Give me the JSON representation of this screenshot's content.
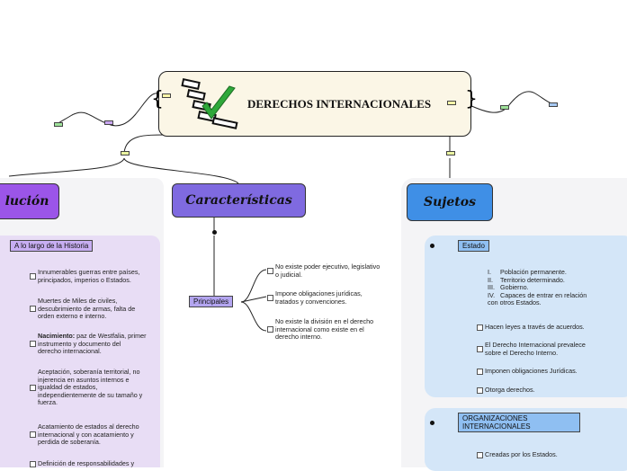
{
  "title": "DERECHOS INTERNACIONALES",
  "branches": {
    "evolucion": "lución",
    "caracteristicas": "Características",
    "sujetos": "Sujetos"
  },
  "historia": {
    "label": "A lo largo de la Historia",
    "items": [
      {
        "lines": [
          "Innumerables guerras entre países,",
          "principados, imperios o Estados."
        ]
      },
      {
        "lines": [
          "Muertes de Miles de civiles,",
          "descubrimiento de armas, falta de",
          "orden externo e interno."
        ]
      },
      {
        "bold": "Nacimiento:",
        "lines": [
          " paz de Westfalia, primer",
          "instrumento y documento del",
          "derecho internacional."
        ]
      },
      {
        "lines": [
          "Aceptación, soberanía territorial, no",
          "injerencia en asuntos internos e",
          "igualdad de estados,",
          "independientemente de su tamaño y",
          "fuerza."
        ]
      },
      {
        "lines": [
          "Acatamiento de estados al derecho",
          "internacional y con acatamiento y",
          "perdida de soberanía."
        ]
      },
      {
        "lines": [
          "Definición de responsabilidades y"
        ]
      }
    ]
  },
  "principales": {
    "label": "Principales",
    "items": [
      {
        "lines": [
          "No existe poder ejecutivo, legislativo",
          "o judicial."
        ]
      },
      {
        "lines": [
          "Impone obligaciones jurídicas,",
          "tratados y convenciones."
        ]
      },
      {
        "lines": [
          "No existe la división en el derecho",
          "internacional como existe en el",
          "derecho interno."
        ]
      }
    ]
  },
  "estado": {
    "label": "Estado",
    "list": [
      {
        "num": "I.",
        "text": "Población permanente."
      },
      {
        "num": "II.",
        "text": "Territorio determinado."
      },
      {
        "num": "III.",
        "text": "Gobierno."
      },
      {
        "num": "IV.",
        "text": "Capaces de entrar en relación"
      }
    ],
    "list_tail": "con otros Estados.",
    "items": [
      {
        "lines": [
          "Hacen leyes a través de acuerdos."
        ]
      },
      {
        "lines": [
          "El Derecho Internacional prevalece",
          "sobre el Derecho Interno."
        ]
      },
      {
        "lines": [
          "Imponen obligaciones Jurídicas."
        ]
      },
      {
        "lines": [
          "Otorga derechos."
        ]
      }
    ]
  },
  "organizaciones": {
    "label_lines": [
      "ORGANIZACIONES",
      "INTERNACIONALES"
    ],
    "items": [
      {
        "lines": [
          "Creadas por los Estados."
        ]
      }
    ]
  },
  "colors": {
    "evolucion": "#9b55e8",
    "caracteristicas": "#7f6ae0",
    "sujetos": "#3f8fe6",
    "title_bg": "#fbf6e6",
    "check": "#2fa83a"
  }
}
